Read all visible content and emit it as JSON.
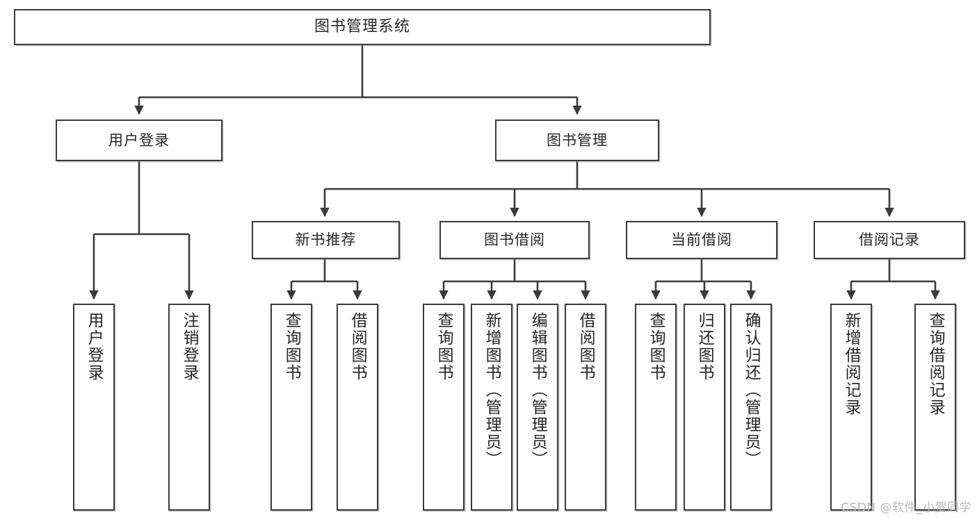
{
  "diagram": {
    "type": "tree-hierarchy-chart",
    "title": "图书管理系统",
    "watermark": "CSDN @软件_小贺同学",
    "colors": {
      "box_border": "#3a3a3a",
      "box_fill": "#ffffff",
      "text": "#262626",
      "connector": "#3a3a3a",
      "watermark": "#b9b9b9"
    },
    "nodes": {
      "root": {
        "label": "图书管理系统"
      },
      "level2": [
        {
          "label": "用户登录"
        },
        {
          "label": "图书管理"
        }
      ],
      "level3": [
        {
          "label": "新书推荐"
        },
        {
          "label": "图书借阅"
        },
        {
          "label": "当前借阅"
        },
        {
          "label": "借阅记录"
        }
      ],
      "leaves": {
        "user_login": [
          {
            "label": "用户登录"
          },
          {
            "label": "注销登录"
          }
        ],
        "new_book": [
          {
            "label": "查询图书"
          },
          {
            "label": "借阅图书"
          }
        ],
        "borrow_book": [
          {
            "label": "查询图书"
          },
          {
            "label": "新增图书（管理员）"
          },
          {
            "label": "编辑图书（管理员）"
          },
          {
            "label": "借阅图书"
          }
        ],
        "current_borrow": [
          {
            "label": "查询图书"
          },
          {
            "label": "归还图书"
          },
          {
            "label": "确认归还（管理员）"
          }
        ],
        "borrow_record": [
          {
            "label": "新增借阅记录"
          },
          {
            "label": "查询借阅记录"
          }
        ]
      }
    }
  }
}
